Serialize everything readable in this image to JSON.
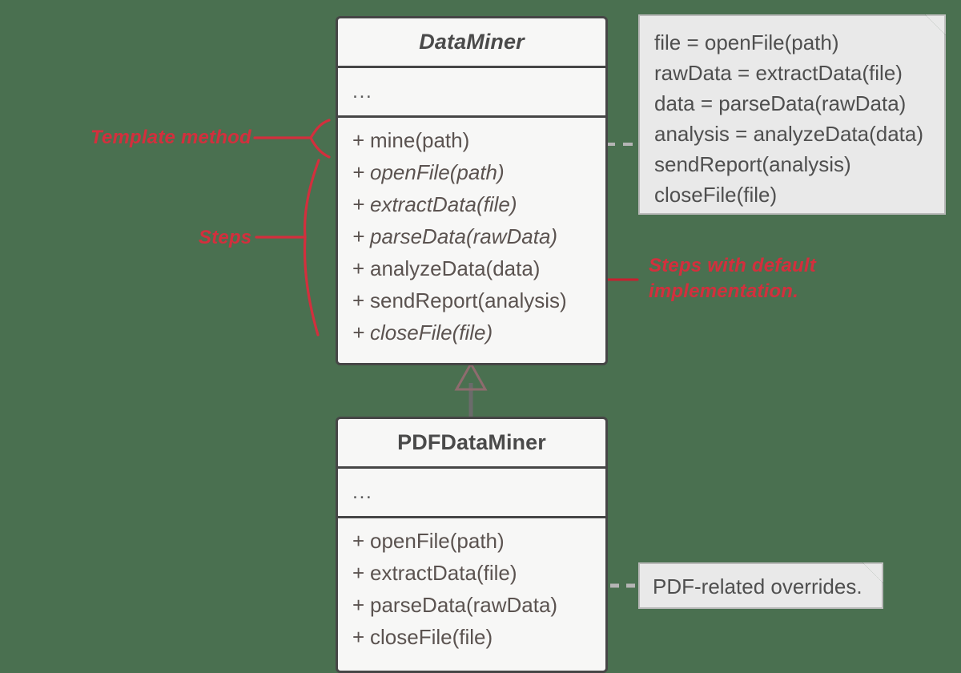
{
  "diagram": {
    "title": "Template Method pattern - DataMiner UML class diagram",
    "background_color": "#4a7050",
    "accent_color": "#d32f3d",
    "class_fill": "#f7f7f6",
    "class_border": "#464646",
    "note_fill": "#e9e9e9",
    "note_border": "#b9b9b9",
    "highlight_fill": "#f9e5e2"
  },
  "classes": [
    {
      "id": "dataminer",
      "name": "DataMiner",
      "stereotype": "abstract",
      "attributes": "...",
      "operations": [
        {
          "visibility": "+",
          "signature": "mine(path)",
          "abstract": false
        },
        {
          "visibility": "+",
          "signature": "openFile(path)",
          "abstract": true
        },
        {
          "visibility": "+",
          "signature": "extractData(file)",
          "abstract": true
        },
        {
          "visibility": "+",
          "signature": "parseData(rawData)",
          "abstract": true
        },
        {
          "visibility": "+",
          "signature": "analyzeData(data)",
          "abstract": false
        },
        {
          "visibility": "+",
          "signature": "sendReport(analysis)",
          "abstract": false
        },
        {
          "visibility": "+",
          "signature": "closeFile(file)",
          "abstract": true
        }
      ]
    },
    {
      "id": "pdfdataminer",
      "name": "PDFDataMiner",
      "stereotype": "concrete",
      "attributes": "...",
      "operations": [
        {
          "visibility": "+",
          "signature": "openFile(path)",
          "abstract": false
        },
        {
          "visibility": "+",
          "signature": "extractData(file)",
          "abstract": false
        },
        {
          "visibility": "+",
          "signature": "parseData(rawData)",
          "abstract": false
        },
        {
          "visibility": "+",
          "signature": "closeFile(file)",
          "abstract": false
        }
      ]
    }
  ],
  "notes": [
    {
      "id": "mine-body-note",
      "lines": [
        "file = openFile(path)",
        "rawData = extractData(file)",
        "data = parseData(rawData)",
        "analysis = analyzeData(data)",
        "sendReport(analysis)",
        "closeFile(file)"
      ]
    },
    {
      "id": "pdf-overrides-note",
      "text": "PDF-related overrides."
    }
  ],
  "annotations": [
    {
      "id": "template-method",
      "text": "Template method"
    },
    {
      "id": "steps",
      "text": "Steps"
    },
    {
      "id": "steps-default",
      "text": "Steps with default\nimplementation."
    }
  ],
  "relations": [
    {
      "id": "generalization",
      "from": "PDFDataMiner",
      "to": "DataMiner",
      "type": "generalization"
    },
    {
      "id": "mine-note-link",
      "from": "mine(path)",
      "to": "mine-body-note",
      "type": "note-link"
    },
    {
      "id": "pdf-note-link",
      "from": "PDFDataMiner",
      "to": "pdf-overrides-note",
      "type": "note-link"
    }
  ]
}
